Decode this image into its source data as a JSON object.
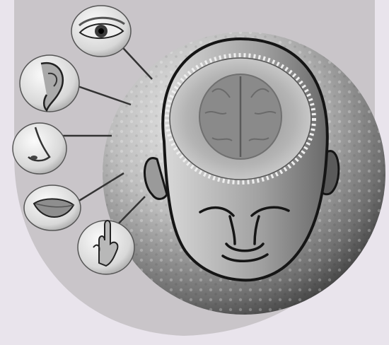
{
  "scene": {
    "title": "",
    "palette": {
      "background": "#e9e4ec",
      "backdrop": "#c9c5c9",
      "sphere_light": "#eeeeee",
      "sphere_mid": "#a9a9a9",
      "sphere_dark": "#3d3d3d",
      "outline": "#151515",
      "brain": "#8a8a8a"
    },
    "senses": [
      {
        "icon": "eye-icon",
        "sense": "sight"
      },
      {
        "icon": "ear-icon",
        "sense": "hearing"
      },
      {
        "icon": "nose-icon",
        "sense": "smell"
      },
      {
        "icon": "tongue-icon",
        "sense": "taste"
      },
      {
        "icon": "hand-icon",
        "sense": "touch"
      }
    ]
  }
}
